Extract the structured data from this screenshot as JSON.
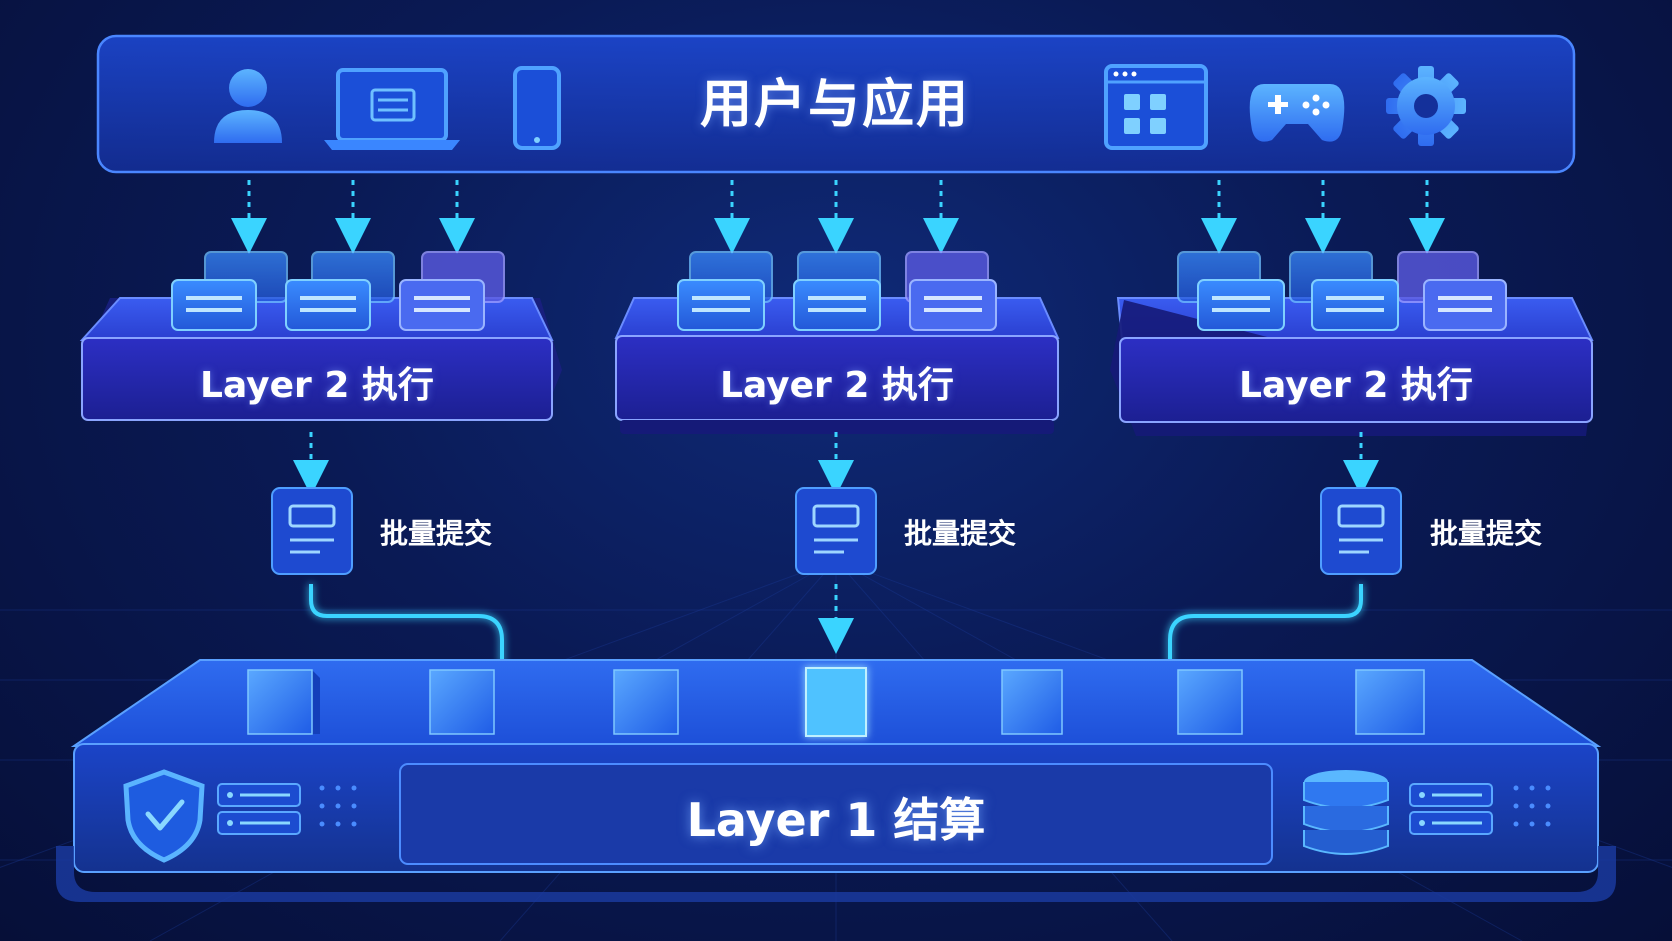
{
  "top": {
    "title": "用户与应用"
  },
  "icons": {
    "top_left": [
      "user-icon",
      "laptop-icon",
      "smartphone-icon"
    ],
    "top_right": [
      "app-window-icon",
      "gamepad-icon",
      "gear-icon"
    ],
    "l1_left": [
      "shield-check-icon",
      "server-icon"
    ],
    "l1_right": [
      "database-icon",
      "server-icon"
    ]
  },
  "layer2": [
    {
      "title": "Layer 2 执行"
    },
    {
      "title": "Layer 2 执行"
    },
    {
      "title": "Layer 2 执行"
    }
  ],
  "batches": [
    {
      "label": "批量提交"
    },
    {
      "label": "批量提交"
    },
    {
      "label": "批量提交"
    }
  ],
  "layer1": {
    "title": "Layer 1 结算"
  },
  "colors": {
    "background": "#0a1a55",
    "panel": "#1a3fb8",
    "platform": "#2a36c8",
    "accent": "#3ad4ff",
    "block": "#2f7bff",
    "text": "#ffffff"
  }
}
